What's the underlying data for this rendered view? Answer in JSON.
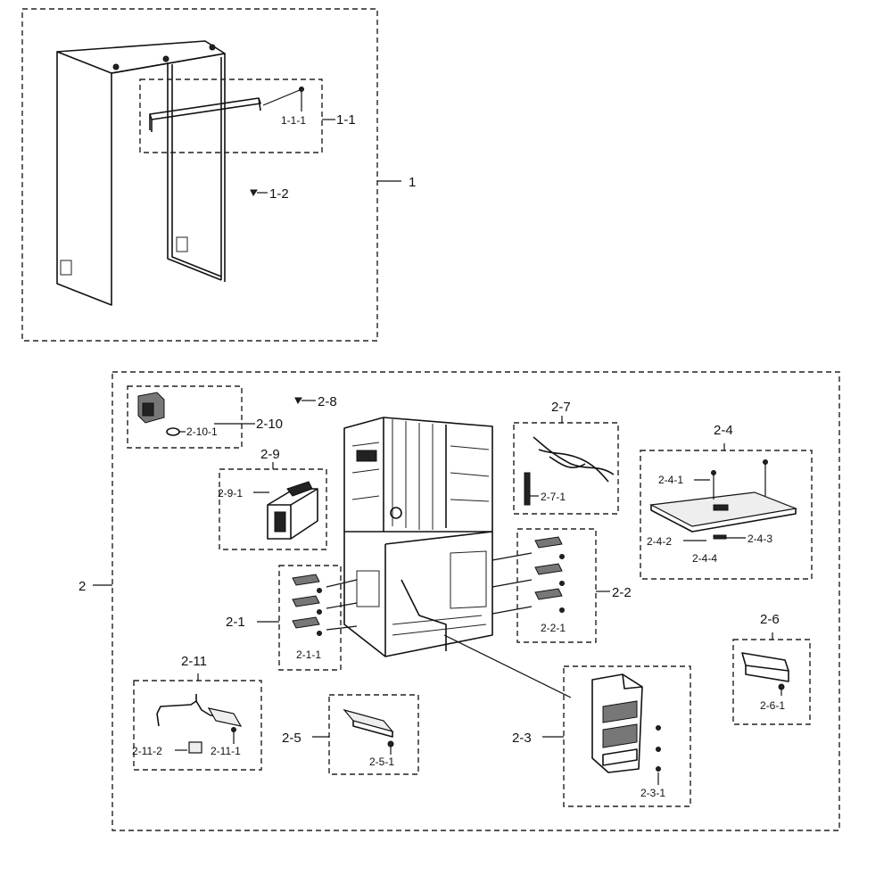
{
  "labels": {
    "l1": "1",
    "l1_1": "1-1",
    "l1_1_1": "1-1-1",
    "l1_2": "1-2",
    "l2": "2",
    "l2_1": "2-1",
    "l2_1_1": "2-1-1",
    "l2_2": "2-2",
    "l2_2_1": "2-2-1",
    "l2_3": "2-3",
    "l2_3_1": "2-3-1",
    "l2_4": "2-4",
    "l2_4_1": "2-4-1",
    "l2_4_2": "2-4-2",
    "l2_4_3": "2-4-3",
    "l2_4_4": "2-4-4",
    "l2_5": "2-5",
    "l2_5_1": "2-5-1",
    "l2_6": "2-6",
    "l2_6_1": "2-6-1",
    "l2_7": "2-7",
    "l2_7_1": "2-7-1",
    "l2_8": "2-8",
    "l2_9": "2-9",
    "l2_9_1": "2-9-1",
    "l2_10": "2-10",
    "l2_10_1": "2-10-1",
    "l2_11": "2-11",
    "l2_11_1": "2-11-1",
    "l2_11_2": "2-11-2"
  }
}
